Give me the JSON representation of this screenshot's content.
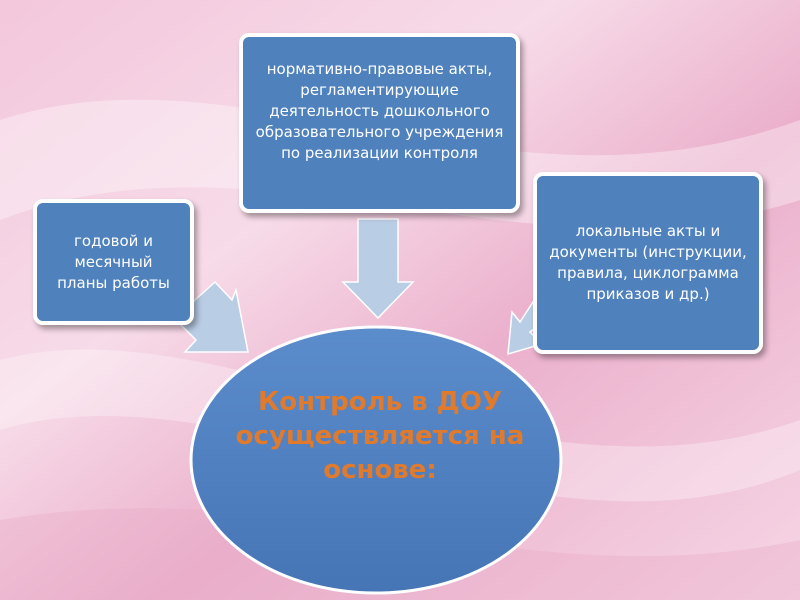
{
  "diagram": {
    "center": "Контроль в ДОУ осуществляется на основе:",
    "boxes": {
      "top": "нормативно-правовые акты, регламентирующие деятельность дошкольного образовательного учреждения по реализации контроля",
      "left": "годовой и месячный планы работы",
      "right": "локальные акты и документы (инструкции, правила, циклограмма приказов и др.)"
    }
  },
  "colors": {
    "box_fill": "#4f81bd",
    "arrow_fill": "#b9cde5",
    "center_text": "#e07a2c"
  }
}
